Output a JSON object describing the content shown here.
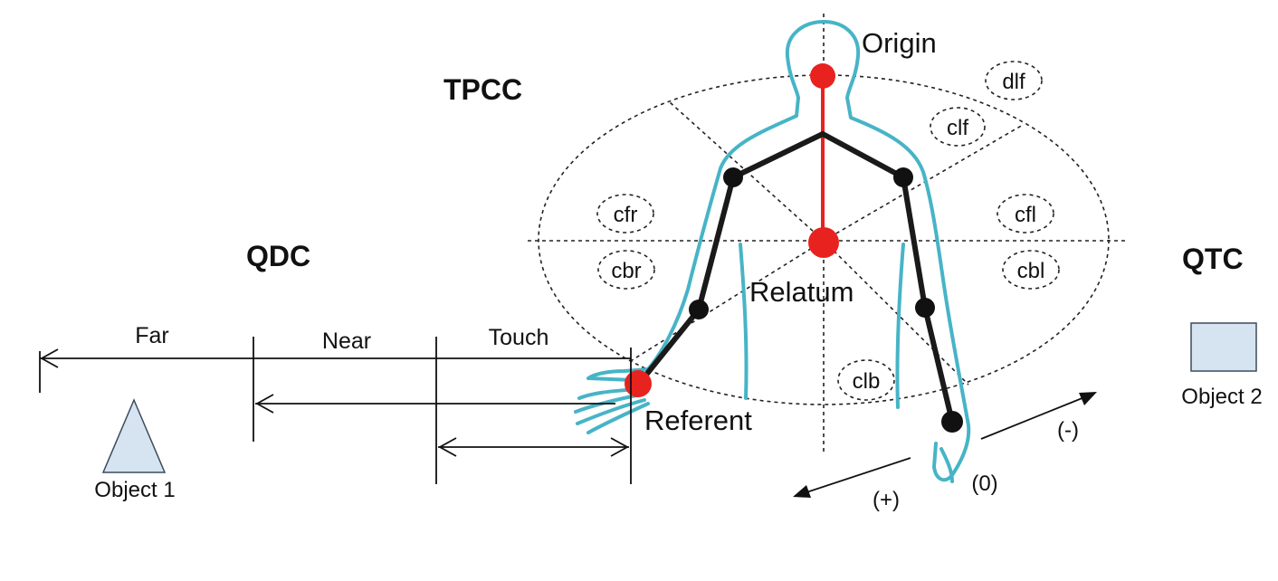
{
  "labels": {
    "origin": "Origin",
    "relatum": "Relatum",
    "referent": "Referent",
    "tpcc": "TPCC",
    "qdc": "QDC",
    "qtc": "QTC",
    "far": "Far",
    "near": "Near",
    "touch": "Touch",
    "object1": "Object 1",
    "object2": "Object 2",
    "plus": "(+)",
    "zero": "(0)",
    "minus": "(-)"
  },
  "regions": {
    "dlf": "dlf",
    "clf": "clf",
    "cfr": "cfr",
    "cfl": "cfl",
    "cbr": "cbr",
    "cbl": "cbl",
    "clb": "clb"
  },
  "colors": {
    "body_outline": "#47b4c6",
    "joint_red": "#e8221f",
    "joint_black": "#111111",
    "object_fill": "#d6e4f2",
    "object_stroke": "#3d4a5c"
  }
}
